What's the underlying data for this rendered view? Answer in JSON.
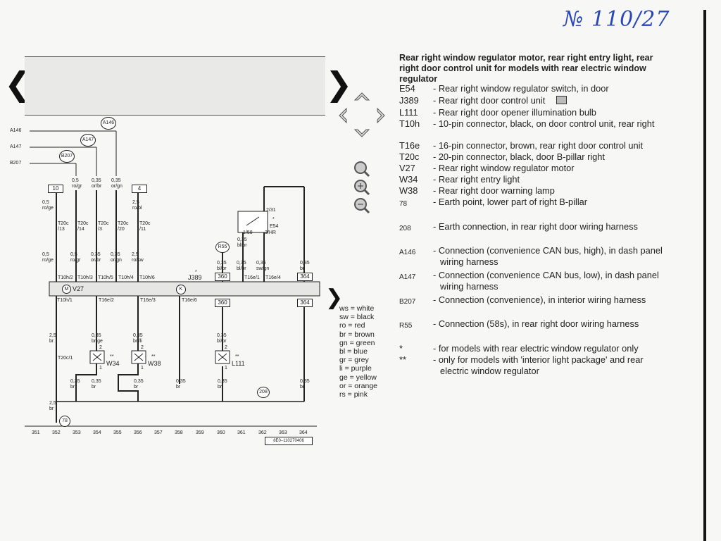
{
  "handwriting": "№ 110/27",
  "nav": {
    "left_arrow": "❮",
    "right_arrow": "❯",
    "mid_arrow": "❯"
  },
  "legend": {
    "title": "Rear right window regulator motor, rear right entry light, rear right door control unit for models with rear electric window regulator",
    "rows": [
      {
        "code": "E54",
        "desc": "- Rear right window regulator switch, in door"
      },
      {
        "code": "J389",
        "desc": "- Rear right door control unit"
      },
      {
        "code": "L111",
        "desc": "- Rear right door opener illumination bulb"
      },
      {
        "code": "T10h",
        "desc": "- 10-pin connector, black, on door control unit, rear right"
      },
      {
        "code": "T16e",
        "desc": "- 16-pin connector, brown, rear right door control unit"
      },
      {
        "code": "T20c",
        "desc": "- 20-pin connector, black, door B-pillar right"
      },
      {
        "code": "V27",
        "desc": "- Rear right window regulator motor"
      },
      {
        "code": "W34",
        "desc": "- Rear right entry light"
      },
      {
        "code": "W38",
        "desc": "- Rear right door warning lamp"
      },
      {
        "code": "78",
        "desc": "- Earth point, lower part of right B-pillar"
      },
      {
        "code": "208",
        "desc": "- Earth connection, in rear right door wiring harness"
      },
      {
        "code": "A146",
        "desc": "- Connection (convenience CAN bus, high), in dash panel wiring harness"
      },
      {
        "code": "A147",
        "desc": "- Connection (convenience CAN bus, low), in dash panel wiring harness"
      },
      {
        "code": "B207",
        "desc": "- Connection (convenience), in interior wiring harness"
      },
      {
        "code": "R55",
        "desc": "- Connection (58s), in rear right door wiring harness"
      },
      {
        "code": "*",
        "desc": "- for models with rear electric window regulator only"
      },
      {
        "code": "**",
        "desc": "- only for models with 'interior light package' and rear electric window regulator"
      }
    ]
  },
  "colors": [
    "ws = white",
    "sw = black",
    "ro = red",
    "br = brown",
    "gn = green",
    "bl = blue",
    "gr = grey",
    "li = purple",
    "ge = yellow",
    "or = orange",
    "rs = pink"
  ],
  "diagram": {
    "left_labels": [
      "A146",
      "A147",
      "B207"
    ],
    "bubbles": [
      "A146",
      "A147",
      "B207",
      "R55",
      "K",
      "78",
      "208"
    ],
    "box_refs": [
      "10",
      "4",
      "360",
      "364",
      "360",
      "364"
    ],
    "wires_top": [
      "0,5 ro/gr",
      "0,35 or/br",
      "0,35 or/gn"
    ],
    "wire_10": "0,5 ro/ge",
    "wire_4": "2,5 ro/bl",
    "t20c": [
      "T20c /13",
      "T20c /14",
      "T20c /3",
      "T20c /20",
      "T20c /11"
    ],
    "wires_mid": [
      "0,5 ro/ge",
      "0,5 ro/gr",
      "0,35 or/br",
      "0,35 or/gn",
      "2,5 ro/sw"
    ],
    "wires_right": [
      "0,35 bl/br",
      "0,35 bl/br",
      "0,35 sw/gn",
      "0,35 br"
    ],
    "e54_pins": [
      "2/31",
      "1/58",
      "3/HR"
    ],
    "e54": "E54",
    "e54_wire": "0,35 bl/br",
    "conn_top": [
      "T10h/2",
      "T10h/3",
      "T10h/5",
      "T10h/4",
      "T10h/6",
      "T16e/1",
      "T16e/4"
    ],
    "j389": "J389",
    "v27": "V27",
    "m_symbol": "M",
    "conn_bottom": [
      "T10h/1",
      "T16e/2",
      "T16e/3",
      "T16e/6"
    ],
    "wires_low": [
      "2,5 br",
      "0,35 br/ge",
      "0,35 bn/li",
      "0,35 bl/br"
    ],
    "lamps": [
      "W34",
      "W38",
      "L111"
    ],
    "lamp_pins": [
      "2",
      "1"
    ],
    "t20c1": "T20c/1",
    "wires_bottom": [
      "0,35 br",
      "0,35 br",
      "0,35 br",
      "0,35 br",
      "0,35 br",
      "0,35 br"
    ],
    "wire_78": "2,5 br",
    "stars": [
      "*",
      "**"
    ],
    "grid": [
      "351",
      "352",
      "353",
      "354",
      "355",
      "356",
      "357",
      "358",
      "359",
      "360",
      "361",
      "362",
      "363",
      "364"
    ],
    "ref_code": "8E0–110270406"
  }
}
